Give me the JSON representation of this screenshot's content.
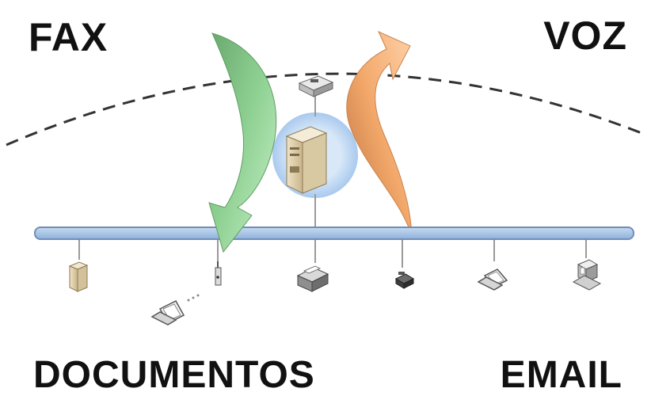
{
  "labels": {
    "top_left": "FAX",
    "top_right": "VOZ",
    "bottom_left": "DOCUMENTOS",
    "bottom_right": "EMAIL"
  },
  "colors": {
    "network_bus": "#a8c4e6",
    "network_bus_border": "#6f8fb8",
    "server_halo": "#c9dff4",
    "arrow_green": "#86c98c",
    "arrow_orange": "#f0a466",
    "dashed_arc": "#333333",
    "label_text": "#111111"
  },
  "icons": [
    "server-icon",
    "fax-device-icon",
    "pc-tower-icon",
    "laptop-icon",
    "wireless-access-point-icon",
    "printer-icon",
    "ip-phone-icon",
    "workstation-icon"
  ]
}
